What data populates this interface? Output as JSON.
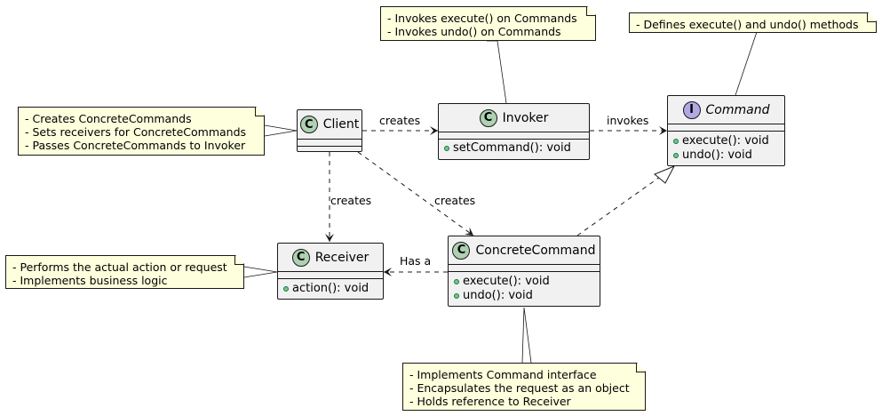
{
  "classes": {
    "client": {
      "badge": "C",
      "name": "Client",
      "methods": []
    },
    "invoker": {
      "badge": "C",
      "name": "Invoker",
      "methods": [
        "setCommand(): void"
      ]
    },
    "command": {
      "badge": "I",
      "name": "Command",
      "methods": [
        "execute(): void",
        "undo(): void"
      ]
    },
    "receiver": {
      "badge": "C",
      "name": "Receiver",
      "methods": [
        "action(): void"
      ]
    },
    "concrete": {
      "badge": "C",
      "name": "ConcreteCommand",
      "methods": [
        "execute(): void",
        "undo(): void"
      ]
    }
  },
  "notes": {
    "invoker": [
      "- Invokes execute() on Commands",
      "- Invokes undo() on Commands"
    ],
    "command": [
      "- Defines execute() and undo() methods"
    ],
    "client": [
      "- Creates ConcreteCommands",
      "- Sets receivers for ConcreteCommands",
      "- Passes ConcreteCommands to Invoker"
    ],
    "receiver": [
      "- Performs the actual action or request",
      "- Implements business logic"
    ],
    "concrete": [
      "- Implements Command interface",
      "- Encapsulates the request as an object",
      "- Holds reference to Receiver"
    ]
  },
  "edges": {
    "client_invoker": "creates",
    "invoker_command": "invokes",
    "client_receiver": "creates",
    "client_concrete": "creates",
    "concrete_receiver": "Has a"
  },
  "colors": {
    "class_fill": "#F1F1F1",
    "class_badge": "#ADD1B2",
    "interface_badge": "#B4A7E5",
    "note_fill": "#FEFFDD",
    "method_dot": "#84BE84",
    "line": "#181818"
  }
}
